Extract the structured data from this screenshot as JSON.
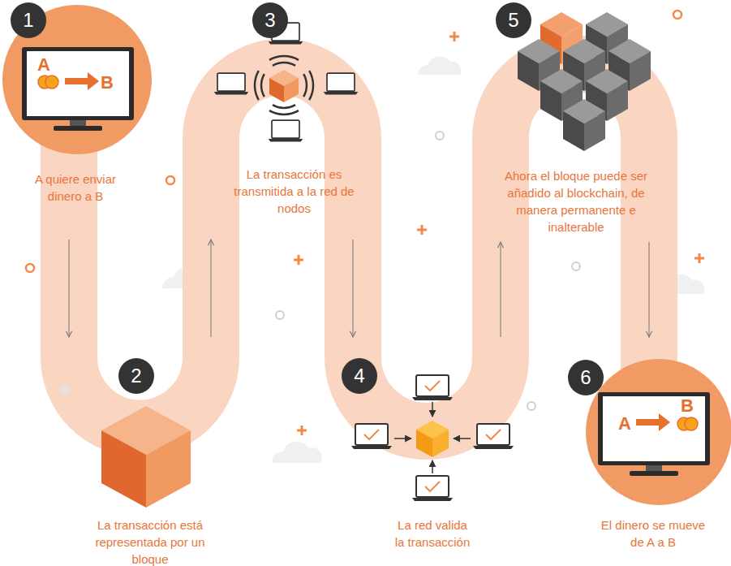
{
  "diagram": {
    "nodes": [
      {
        "text": [
          "A",
          "B",
          "A quiere enviar dinero a B"
        ]
      },
      {
        "text": [
          "La transacción está representada por un bloque"
        ]
      },
      {
        "text": [
          "La transacción es transmitida a la red de nodos"
        ]
      },
      {
        "text": [
          "La red valida la transacción"
        ]
      },
      {
        "text": [
          "Ahora el bloque puede ser añadido al blockchain, de manera permanente e inalterable"
        ]
      },
      {
        "text": [
          "A",
          "B",
          "El dinero se mueve de A a B"
        ]
      }
    ],
    "edges": [
      {
        "from": 0,
        "to": 1,
        "arrow": "to"
      },
      {
        "from": 1,
        "to": 2,
        "arrow": "to"
      },
      {
        "from": 2,
        "to": 3,
        "arrow": "to"
      },
      {
        "from": 3,
        "to": 4,
        "arrow": "to"
      },
      {
        "from": 4,
        "to": 5,
        "arrow": "to"
      }
    ],
    "labels": [
      "1",
      "2",
      "3",
      "4",
      "5",
      "6"
    ]
  }
}
